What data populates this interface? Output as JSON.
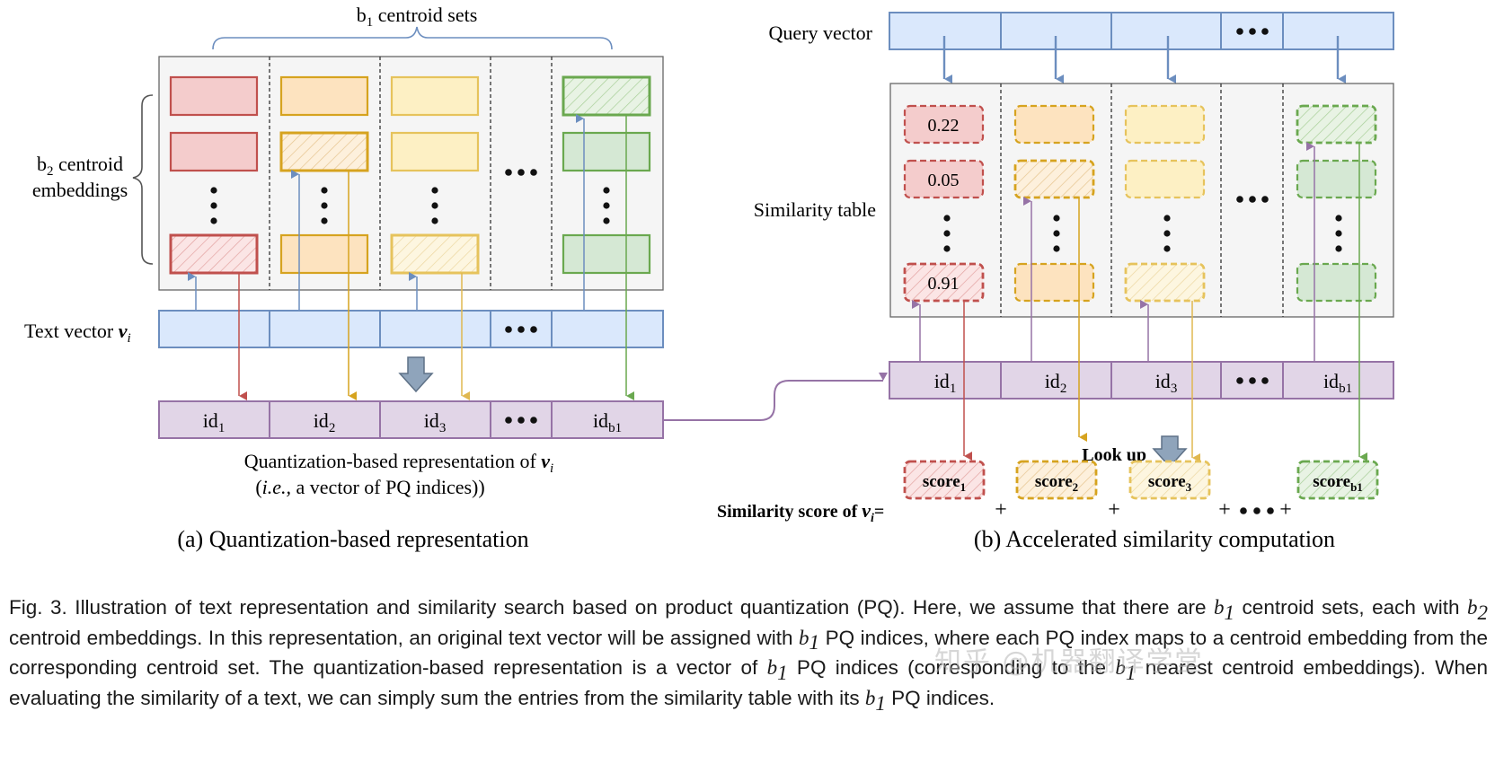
{
  "left_panel": {
    "top_label_pre": "b",
    "top_label_sub": "1",
    "top_label_post": " centroid sets",
    "side_label_line1_pre": "b",
    "side_label_line1_sub": "2",
    "side_label_line1_post": " centroid",
    "side_label_line2": "embeddings",
    "text_vector_label": "Text vector ",
    "text_vector_symbol": "v",
    "text_vector_sub": "i",
    "ids": [
      {
        "main": "id",
        "sub": "1"
      },
      {
        "main": "id",
        "sub": "2"
      },
      {
        "main": "id",
        "sub": "3"
      },
      {
        "main": "id",
        "sub": "b1"
      }
    ],
    "quant_line1": "Quantization-based representation of ",
    "quant_symbol": "v",
    "quant_sub": "i",
    "quant_line2_italic": "i.e.,",
    "quant_line2_rest": "  a vector of PQ indices)",
    "quant_line2_open": "(",
    "subcaption": "(a) Quantization-based representation"
  },
  "right_panel": {
    "query_label": "Query vector",
    "similarity_label": "Similarity table",
    "table_values": [
      "0.22",
      "0.05",
      "0.91"
    ],
    "ids": [
      {
        "main": "id",
        "sub": "1"
      },
      {
        "main": "id",
        "sub": "2"
      },
      {
        "main": "id",
        "sub": "3"
      },
      {
        "main": "id",
        "sub": "b1"
      }
    ],
    "look_up": "Look up",
    "score_label": "Similarity score of ",
    "score_symbol": "v",
    "score_sub": "i",
    "score_eq": "=",
    "scores": [
      {
        "main": "score",
        "sub": "1"
      },
      {
        "main": "score",
        "sub": "2"
      },
      {
        "main": "score",
        "sub": "3"
      },
      {
        "main": "score",
        "sub": "b1"
      }
    ],
    "plus": "+",
    "subcaption": "(b) Accelerated similarity computation"
  },
  "caption": {
    "p1": "Fig. 3. Illustration of text representation and similarity search based on product quantization (PQ). Here, we assume that there are ",
    "v1": "b",
    "v1s": "1",
    "p2": " centroid sets, each with ",
    "v2": "b",
    "v2s": "2",
    "p3": " centroid embeddings. In this representation, an original text vector will be assigned with ",
    "v3": "b",
    "v3s": "1",
    "p4": " PQ indices, where each PQ index maps to a centroid embedding from the corresponding centroid set. The quantization-based representation is a vector of ",
    "v4": "b",
    "v4s": "1",
    "p5": " PQ indices (corresponding to the ",
    "v5": "b",
    "v5s": "1",
    "p6": " nearest centroid embeddings). When evaluating the similarity of a text, we can simply sum the entries from the similarity table with its ",
    "v6": "b",
    "v6s": "1",
    "p7": " PQ indices."
  },
  "watermark": "知乎 @机器翻译学堂",
  "colors": {
    "red": "#c0504d",
    "red_fill": "#f4cccc",
    "orange": "#d6a31f",
    "orange_fill": "#fde3bf",
    "yellow": "#e6c35c",
    "yellow_fill": "#fdf0c4",
    "green": "#6aa84f",
    "green_fill": "#d5e8d4",
    "blue": "#6c8ebf",
    "blue_fill": "#dae8fc",
    "purple": "#9673a6",
    "purple_fill": "#e1d5e7",
    "gray": "#f5f5f5"
  }
}
